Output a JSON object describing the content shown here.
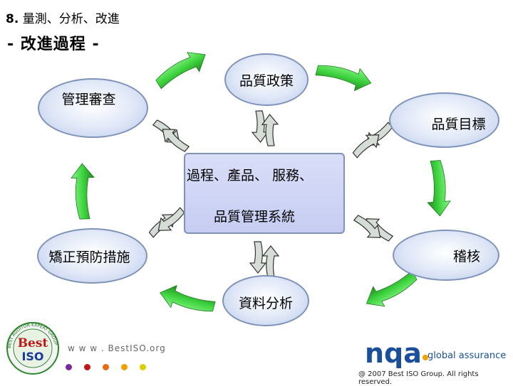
{
  "header": {
    "number": "8.",
    "subtitle": "量測、分析、改進",
    "title": "- 改進過程 -"
  },
  "nodes": {
    "quality_policy": "品質政策",
    "quality_objectives": "品質目標",
    "management_review": "管理審查",
    "corrective_action": "矯正預防措施",
    "audit": "稽核",
    "data_analysis": "資料分析"
  },
  "center": {
    "line1": "過程、產品、 服務、",
    "line2": "品質管理系統"
  },
  "footer": {
    "website": "w w w . BestISO.org",
    "copyright": "@ 2007 Best ISO Group. All rights reserved."
  },
  "logo": {
    "text1": "Best",
    "text2": "ISO",
    "ring": "BEST AUDITOR EXPERT GROUP"
  },
  "nqa": {
    "word": "nqa",
    "tag": "global assurance"
  },
  "colors": {
    "arrow": "#3fd43f",
    "arrow_dark": "#1f8a1f",
    "node_border": "#7f93b8",
    "center_fill": "#c6cdf2",
    "spiral": "#3a4bd0",
    "nqa_blue": "#1b4f9c"
  }
}
